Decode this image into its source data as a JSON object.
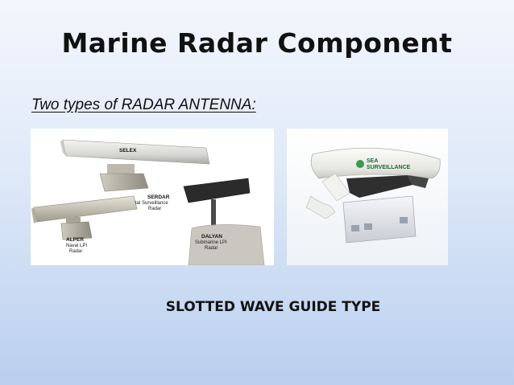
{
  "slide": {
    "title": "Marine Radar Component",
    "subtitle": "Two types of RADAR ANTENNA:",
    "caption": "SLOTTED WAVE GUIDE TYPE"
  },
  "left_photo": {
    "brand": "SELEX",
    "serdar": {
      "name": "SERDAR",
      "line1": "Coastal Surveillance",
      "line2": "Radar"
    },
    "alper": {
      "name": "ALPER",
      "line1": "Naval LPI",
      "line2": "Radar"
    },
    "dalyan": {
      "name": "DALYAN",
      "line1": "Submarine LPI",
      "line2": "Radar"
    }
  },
  "right_photo": {
    "logo_line1": "SEA",
    "logo_line2": "SURVEILLANCE"
  }
}
